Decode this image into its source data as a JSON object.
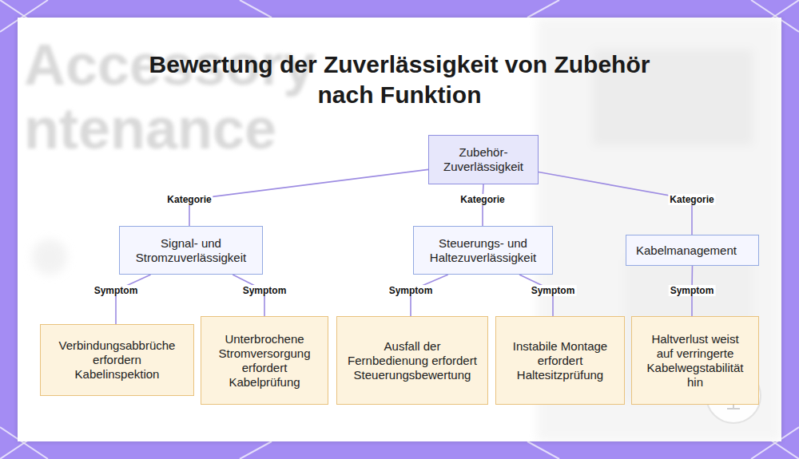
{
  "diagram": {
    "title": "Bewertung der Zuverlässigkeit von Zubehör nach Funktion",
    "nodes": [
      {
        "text": [
          "Zubehör-Zuverlässigkeit"
        ]
      },
      {
        "text": [
          "Signal- und Stromzuverlässigkeit"
        ]
      },
      {
        "text": [
          "Steuerungs- und Haltezuverlässigkeit"
        ]
      },
      {
        "text": [
          "Kabelmanagement"
        ]
      },
      {
        "text": [
          "Verbindungsabbrüche erfordern Kabelinspektion"
        ]
      },
      {
        "text": [
          "Unterbrochene Stromversorgung erfordert Kabelprüfung"
        ]
      },
      {
        "text": [
          "Ausfall der Fernbedienung erfordert Steuerungsbewertung"
        ]
      },
      {
        "text": [
          "Instabile Montage erfordert Haltesitzprüfung"
        ]
      },
      {
        "text": [
          "Haltverlust weist auf verringerte Kabelwegstabilität hin"
        ]
      }
    ],
    "edges": [
      {
        "from": 0,
        "to": 1,
        "label": "Kategorie",
        "arrow": "none"
      },
      {
        "from": 0,
        "to": 2,
        "label": "Kategorie",
        "arrow": "none"
      },
      {
        "from": 0,
        "to": 3,
        "label": "Kategorie",
        "arrow": "none"
      },
      {
        "from": 1,
        "to": 4,
        "label": "Symptom",
        "arrow": "none"
      },
      {
        "from": 1,
        "to": 5,
        "label": "Symptom",
        "arrow": "none"
      },
      {
        "from": 2,
        "to": 6,
        "label": "Symptom",
        "arrow": "none"
      },
      {
        "from": 2,
        "to": 7,
        "label": "Symptom",
        "arrow": "none"
      },
      {
        "from": 3,
        "to": 8,
        "label": "Symptom",
        "arrow": "none"
      }
    ],
    "labels": [
      "Accessory",
      "ntenance"
    ]
  }
}
